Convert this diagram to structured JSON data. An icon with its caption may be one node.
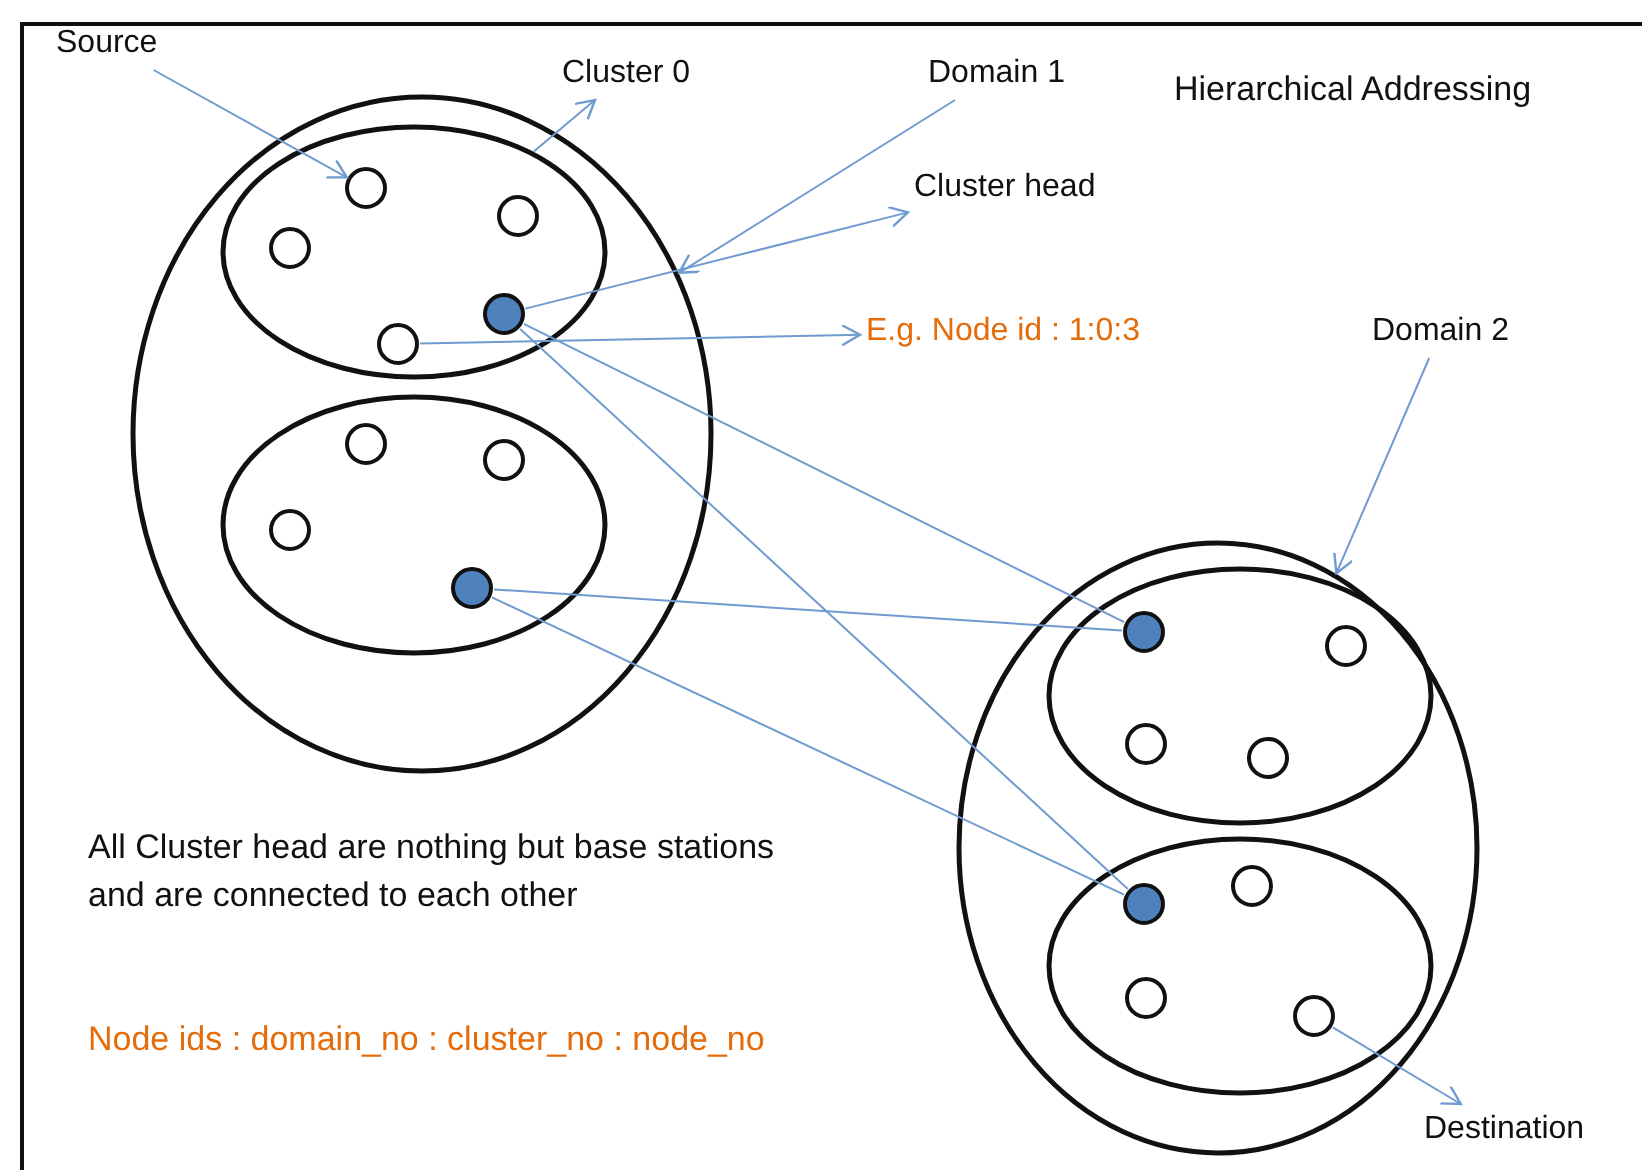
{
  "diagram": {
    "title": "Hierarchical Addressing",
    "nodes": [
      {
        "text": [
          "Source"
        ]
      },
      {
        "text": [
          "Cluster 0"
        ]
      },
      {
        "text": [
          "Domain 1"
        ]
      },
      {
        "text": [],
        "shape": "ellipse"
      },
      {
        "text": [],
        "shape": "ellipse",
        "in": 3
      },
      {
        "text": [],
        "shape": "circle",
        "in": 4
      },
      {
        "text": [],
        "shape": "circle",
        "in": 4
      },
      {
        "text": [],
        "shape": "circle",
        "in": 4
      },
      {
        "text": [],
        "shape": "circle",
        "in": 4
      },
      {
        "text": [],
        "shape": "circle",
        "in": 4
      },
      {
        "text": [],
        "shape": "ellipse",
        "in": 3
      },
      {
        "text": [],
        "shape": "circle",
        "in": 10
      },
      {
        "text": [],
        "shape": "circle",
        "in": 10
      },
      {
        "text": [],
        "shape": "circle",
        "in": 10
      },
      {
        "text": [],
        "shape": "circle",
        "in": 10
      },
      {
        "text": [
          "Cluster head"
        ]
      },
      {
        "text": [
          "E.g. Node id : 1:0:3"
        ]
      },
      {
        "text": [
          "Domain 2"
        ]
      },
      {
        "text": [],
        "shape": "ellipse"
      },
      {
        "text": [],
        "shape": "ellipse",
        "in": 18
      },
      {
        "text": [],
        "shape": "circle",
        "in": 19
      },
      {
        "text": [],
        "shape": "circle",
        "in": 19
      },
      {
        "text": [],
        "shape": "circle",
        "in": 19
      },
      {
        "text": [],
        "shape": "circle",
        "in": 19
      },
      {
        "text": [],
        "shape": "ellipse",
        "in": 18
      },
      {
        "text": [],
        "shape": "circle",
        "in": 24
      },
      {
        "text": [],
        "shape": "circle",
        "in": 24
      },
      {
        "text": [],
        "shape": "circle",
        "in": 24
      },
      {
        "text": [],
        "shape": "circle",
        "in": 24
      },
      {
        "text": [
          "Destination"
        ]
      }
    ],
    "edges": [
      {
        "from": 0,
        "to": 5,
        "arrow": "to"
      },
      {
        "from": 4,
        "to": 1,
        "arrow": "to"
      },
      {
        "from": 2,
        "to": 3,
        "arrow": "to"
      },
      {
        "from": 8,
        "to": 15,
        "arrow": "to"
      },
      {
        "from": 9,
        "to": 16,
        "arrow": "to"
      },
      {
        "from": 17,
        "to": 18,
        "arrow": "to"
      },
      {
        "from": 28,
        "to": 29,
        "arrow": "to"
      },
      {
        "from": 8,
        "to": 20,
        "arrow": "none"
      },
      {
        "from": 8,
        "to": 25,
        "arrow": "none"
      },
      {
        "from": 14,
        "to": 20,
        "arrow": "none"
      },
      {
        "from": 14,
        "to": 25,
        "arrow": "none"
      }
    ],
    "labels": [
      "All Cluster head are nothing but base stations and are connected to each other",
      "Node ids : domain_no : cluster_no : node_no"
    ]
  }
}
